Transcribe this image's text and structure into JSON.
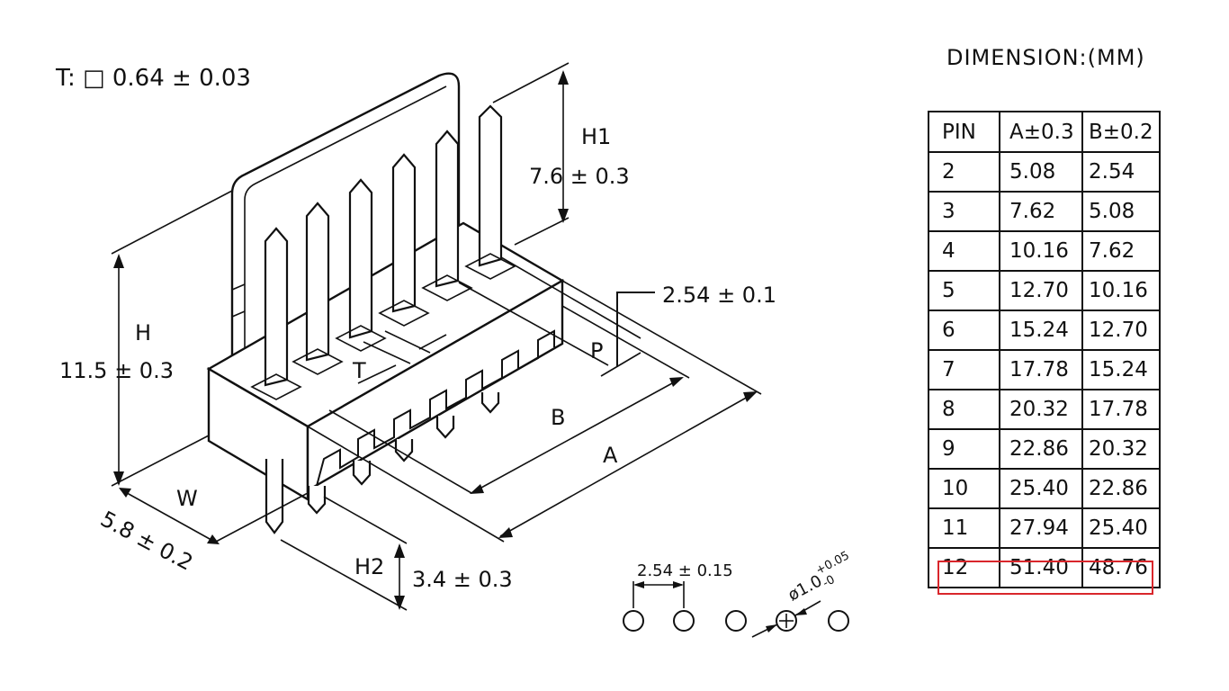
{
  "material_note": "T: □ 0.64 ± 0.03",
  "labels": {
    "H1": "H1",
    "H1_value": "7.6 ± 0.3",
    "H": "H",
    "H_value": "11.5 ± 0.3",
    "W": "W",
    "W_value": "5.8 ± 0.2",
    "H2": "H2",
    "H2_value": "3.4 ± 0.3",
    "P": "P",
    "P_value": "2.54 ± 0.1",
    "T": "T",
    "A": "A",
    "B": "B"
  },
  "footprint": {
    "pitch_label": "2.54 ± 0.15",
    "hole_label": "ø1.0",
    "hole_tol_plus": "+0.05",
    "hole_tol_minus": "-0"
  },
  "dimension_table": {
    "title": "DIMENSION:(MM)",
    "headers": [
      "PIN",
      "A±0.3",
      "B±0.2"
    ],
    "rows": [
      [
        "2",
        "5.08",
        "2.54"
      ],
      [
        "3",
        "7.62",
        "5.08"
      ],
      [
        "4",
        "10.16",
        "7.62"
      ],
      [
        "5",
        "12.70",
        "10.16"
      ],
      [
        "6",
        "15.24",
        "12.70"
      ],
      [
        "7",
        "17.78",
        "15.24"
      ],
      [
        "8",
        "20.32",
        "17.78"
      ],
      [
        "9",
        "22.86",
        "20.32"
      ],
      [
        "10",
        "25.40",
        "22.86"
      ],
      [
        "11",
        "27.94",
        "25.40"
      ],
      [
        "12",
        "51.40",
        "48.76"
      ]
    ],
    "highlighted_row": "12",
    "highlight_color": "#d9262b"
  }
}
